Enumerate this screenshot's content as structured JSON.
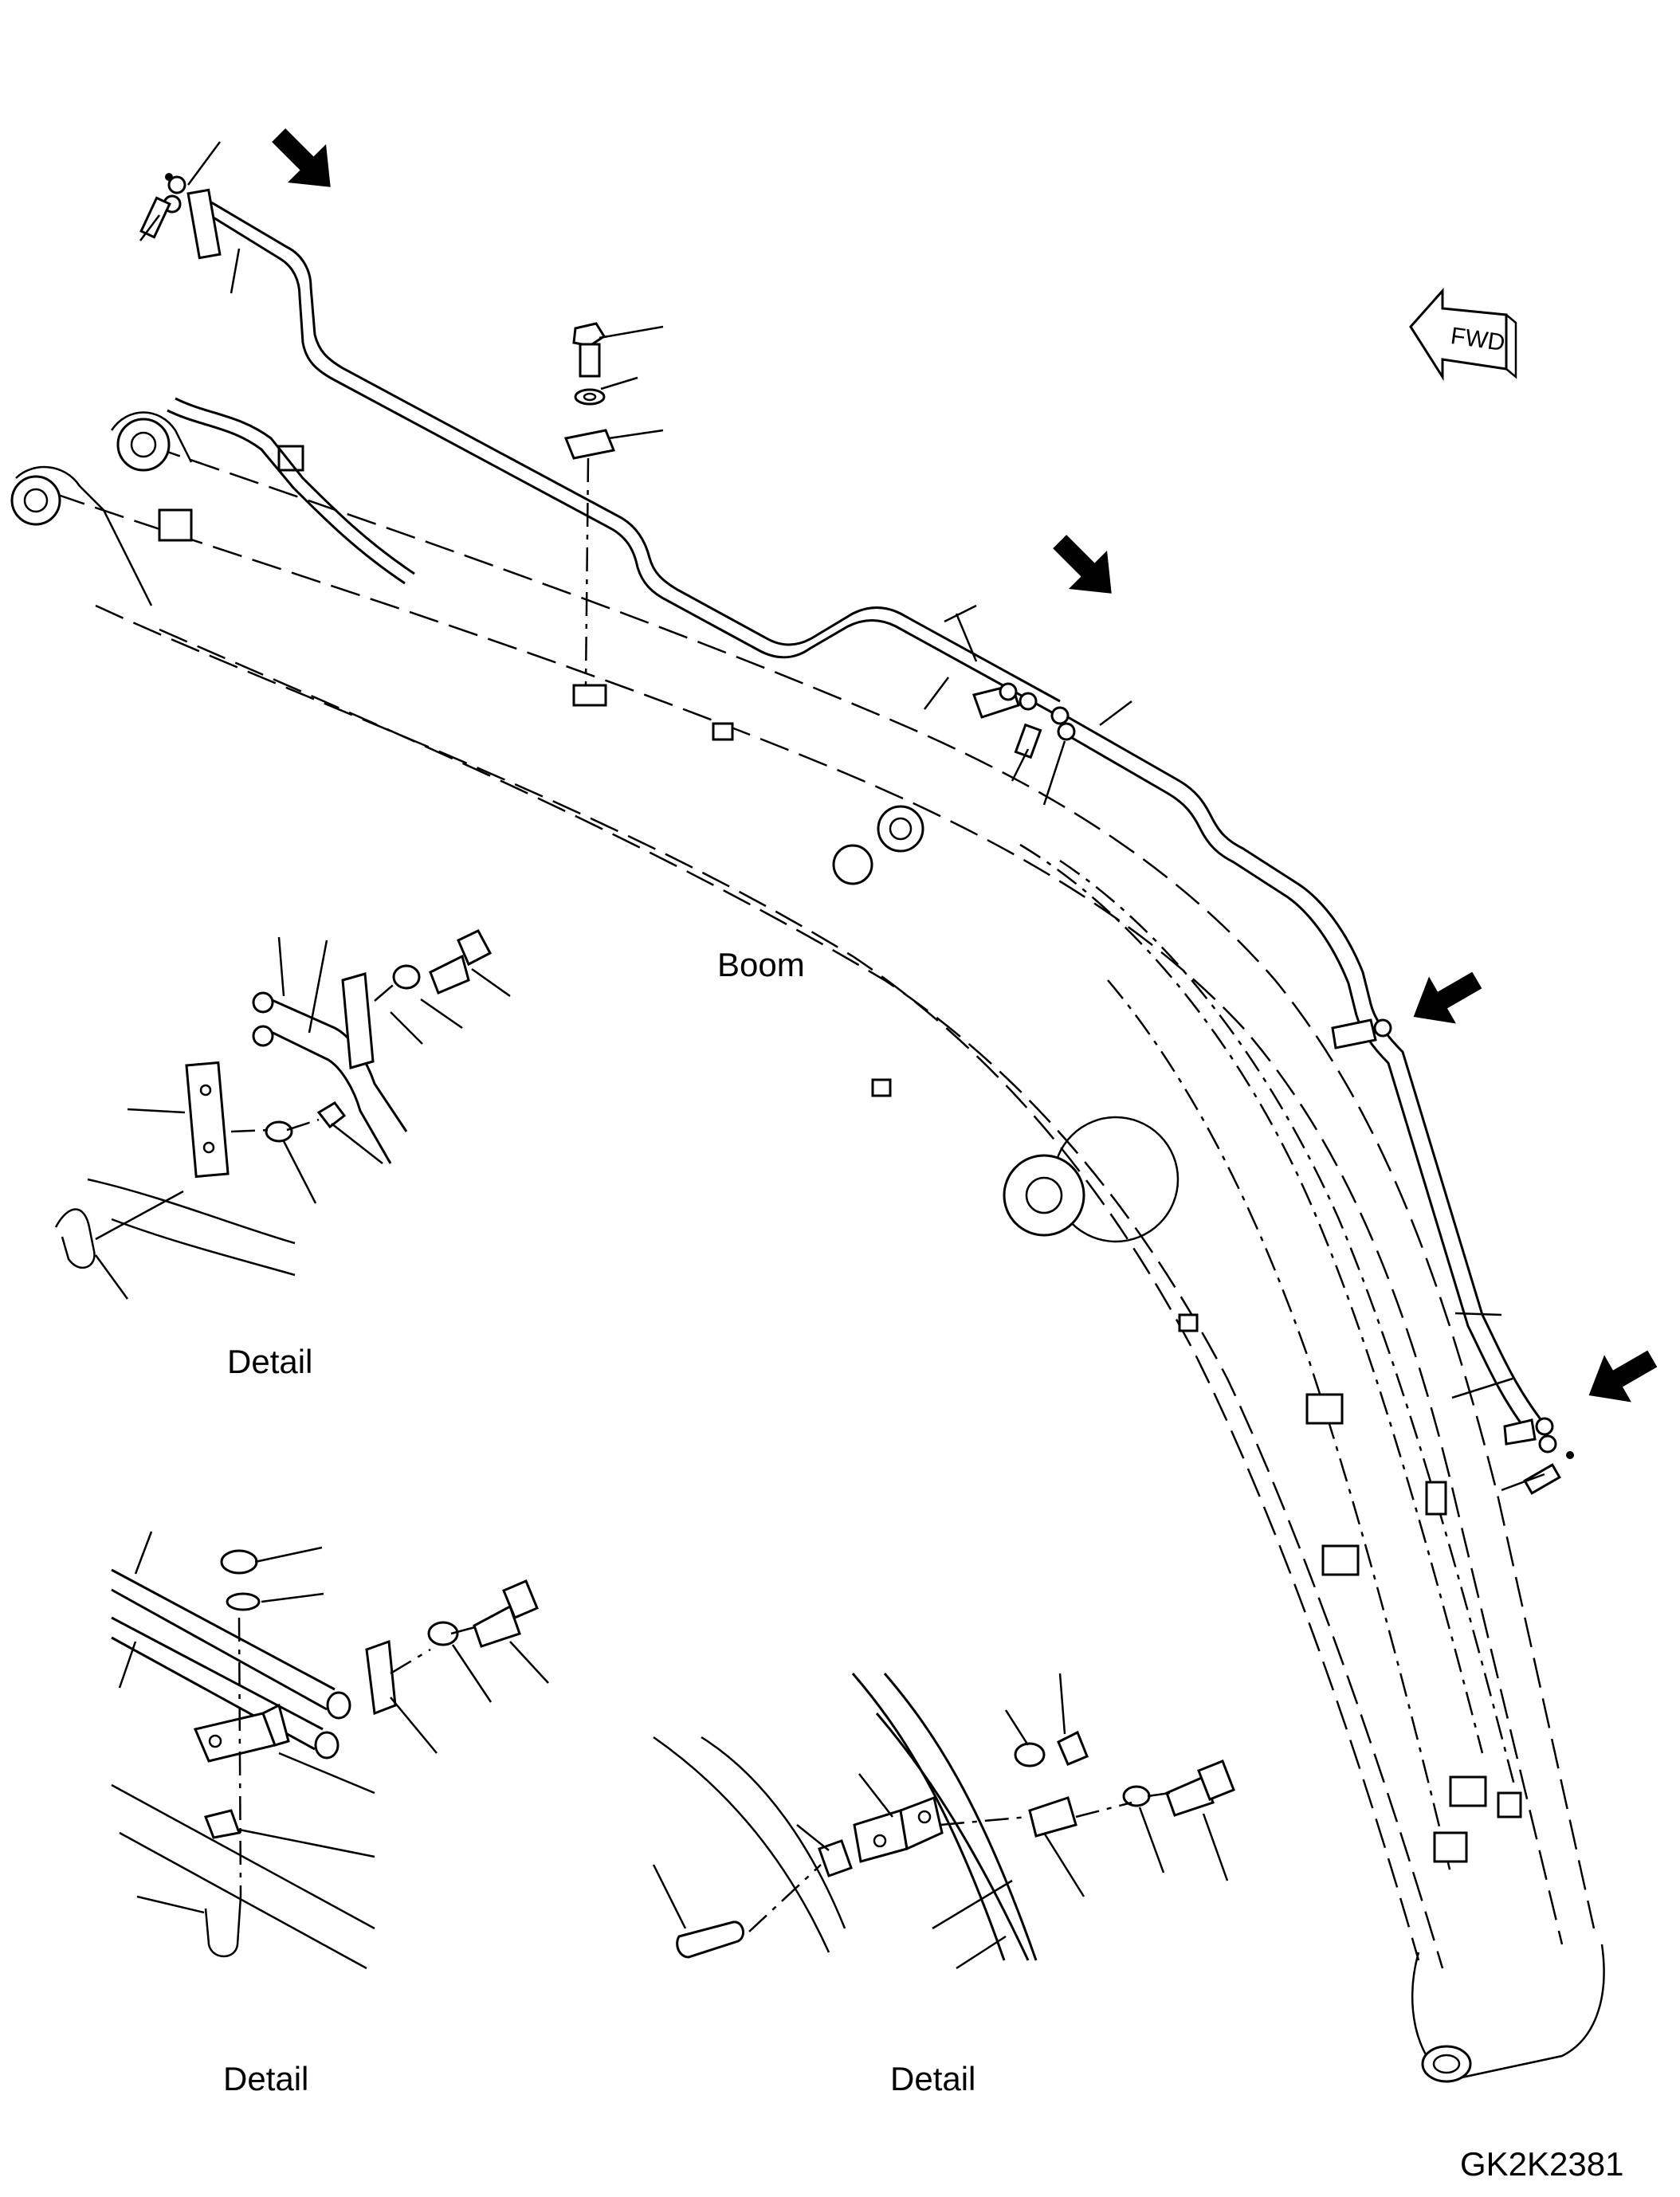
{
  "labels": {
    "boom": "Boom",
    "detail_1": "Detail",
    "detail_2": "Detail",
    "detail_3": "Detail",
    "fwd": "FWD",
    "drawing_code": "GK2K2381"
  }
}
